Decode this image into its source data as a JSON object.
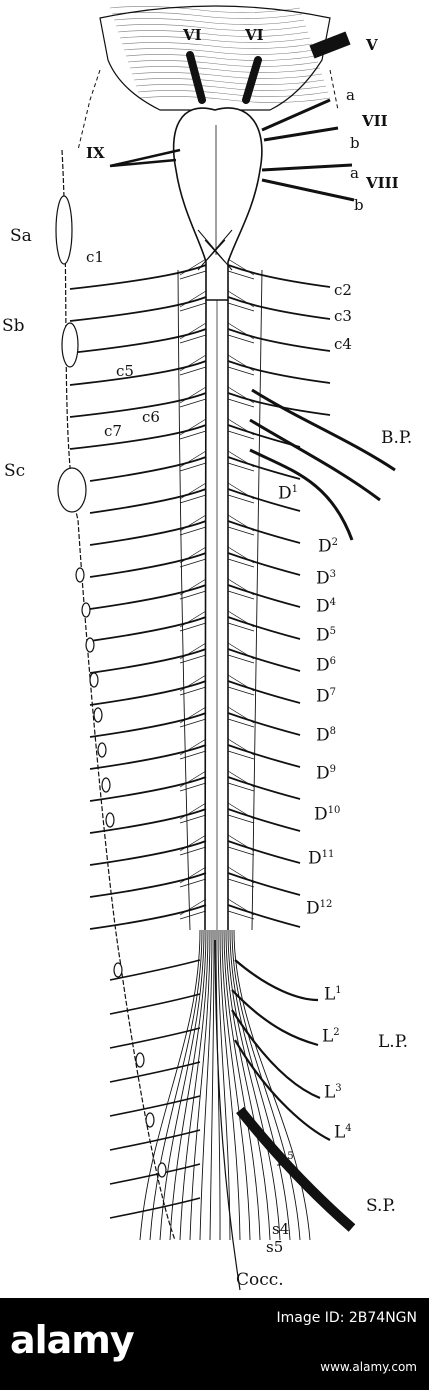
{
  "figure": {
    "cranial_labels": [
      "VI",
      "VI",
      "V",
      "a",
      "VII",
      "b",
      "a",
      "VIII",
      "b",
      "IX"
    ],
    "cervical_labels": [
      "c1",
      "c2",
      "c3",
      "c4",
      "c5",
      "c6",
      "c7"
    ],
    "sympathetic_labels": [
      "Sa",
      "Sb",
      "Sc"
    ],
    "plexus_labels": [
      "B.P.",
      "L.P.",
      "S.P."
    ],
    "dorsal_labels": [
      "D",
      "D",
      "D",
      "D",
      "D",
      "D",
      "D",
      "D",
      "D",
      "D",
      "D",
      "D"
    ],
    "dorsal_sups": [
      "1",
      "2",
      "3",
      "4",
      "5",
      "6",
      "7",
      "8",
      "9",
      "10",
      "11",
      "12"
    ],
    "lumbar_labels": [
      "L",
      "L",
      "L",
      "L",
      "L"
    ],
    "lumbar_sups": [
      "1",
      "2",
      "3",
      "4",
      "5"
    ],
    "sacral_labels": [
      "s4",
      "s5"
    ],
    "coccygeal_label": "Cocc."
  },
  "watermark": {
    "logo": "alamy",
    "image_id": "Image ID: 2B74NGN",
    "url": "www.alamy.com"
  },
  "colors": {
    "ink": "#111111",
    "paper": "#ffffff",
    "footer": "#000000"
  }
}
